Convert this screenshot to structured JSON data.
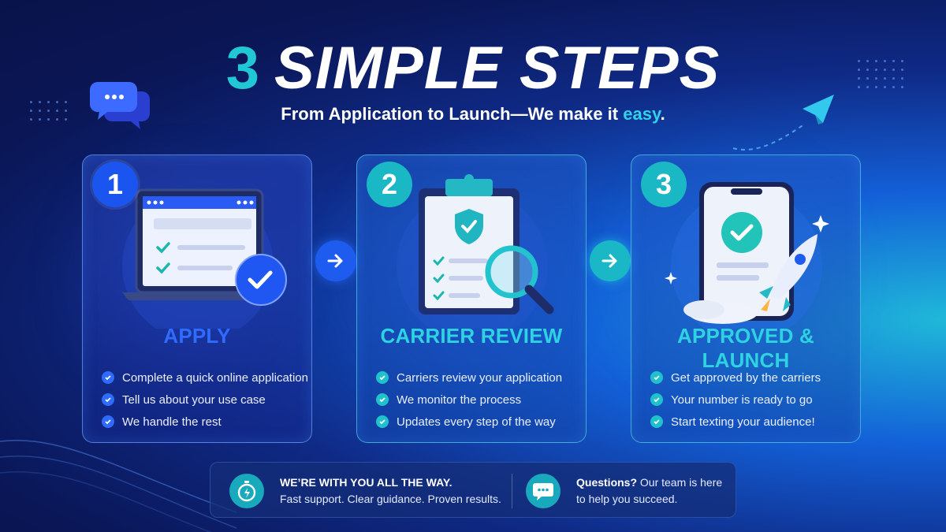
{
  "header": {
    "title_number": "3",
    "title_text": "SIMPLE STEPS",
    "subtitle_main": "From Application to Launch—We make it",
    "subtitle_accent": "easy",
    "subtitle_end": "."
  },
  "steps": [
    {
      "number": "1",
      "title": "APPLY",
      "accent": "#2f6bff",
      "items": [
        "Complete a quick online application",
        "Tell us about your use case",
        "We handle the rest"
      ]
    },
    {
      "number": "2",
      "title": "CARRIER REVIEW",
      "accent": "#2fd2e0",
      "items": [
        "Carriers review your application",
        "We monitor the process",
        "Updates every step of the way"
      ]
    },
    {
      "number": "3",
      "title": "APPROVED & LAUNCH",
      "accent": "#2fd2e0",
      "items": [
        "Get approved by the carriers",
        "Your number is ready to go",
        "Start texting your audience!"
      ]
    }
  ],
  "footer": {
    "left_heading": "WE’RE WITH YOU ALL THE WAY.",
    "left_body": "Fast support. Clear guidance. Proven results.",
    "right_strong": "Questions?",
    "right_line1": "Our team is here",
    "right_line2": "to help you succeed."
  },
  "icons": [
    "chat-bubbles-icon",
    "paper-plane-icon",
    "laptop-icon",
    "clipboard-icon",
    "shield-check-icon",
    "magnifier-icon",
    "phone-icon",
    "rocket-icon",
    "stopwatch-icon",
    "chat-icon",
    "arrow-right-icon"
  ],
  "colors": {
    "primary_blue": "#1b55f0",
    "teal": "#1ab7c4",
    "background": "#0a1656"
  }
}
